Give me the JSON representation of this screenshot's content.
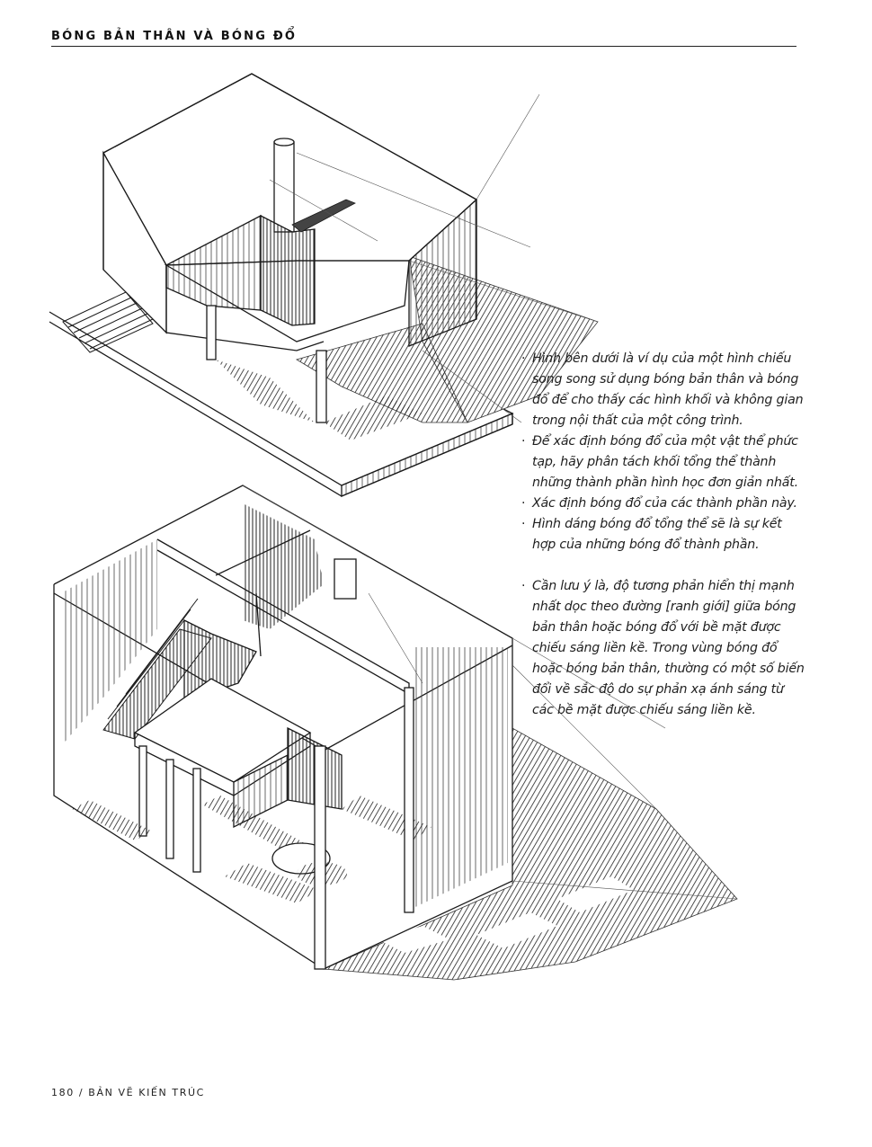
{
  "header": {
    "title": "BÓNG BẢN THÂN VÀ BÓNG ĐỔ"
  },
  "notes": {
    "group1": [
      "Hình bên dưới là ví dụ của một hình chiếu song song sử dụng bóng bản thân và bóng đổ để cho thấy các hình khối và không gian trong nội thất của một công trình.",
      "Để xác định bóng đổ của một vật thể phức tạp, hãy phân tách khối tổng thể thành những thành phần hình học đơn giản nhất.",
      "Xác định bóng đổ của các thành phần này.",
      "Hình dáng bóng đổ tổng thể sẽ là sự kết hợp của những bóng đổ thành phần."
    ],
    "group2": [
      "Cần lưu ý là, độ tương phản hiển thị mạnh nhất dọc theo đường [ranh giới] giữa bóng bản thân hoặc bóng đổ với bề mặt được chiếu sáng liền kề. Trong vùng bóng đổ hoặc bóng bản thân, thường có một số biến đổi về sắc độ do sự phản xạ ánh sáng từ các bề mặt được chiếu sáng liền kề."
    ],
    "bullet": "·"
  },
  "footer": {
    "text": "180 / BẢN VẼ KIẾN TRÚC"
  },
  "colors": {
    "ink": "#1a1a1a",
    "paper": "#ffffff"
  }
}
